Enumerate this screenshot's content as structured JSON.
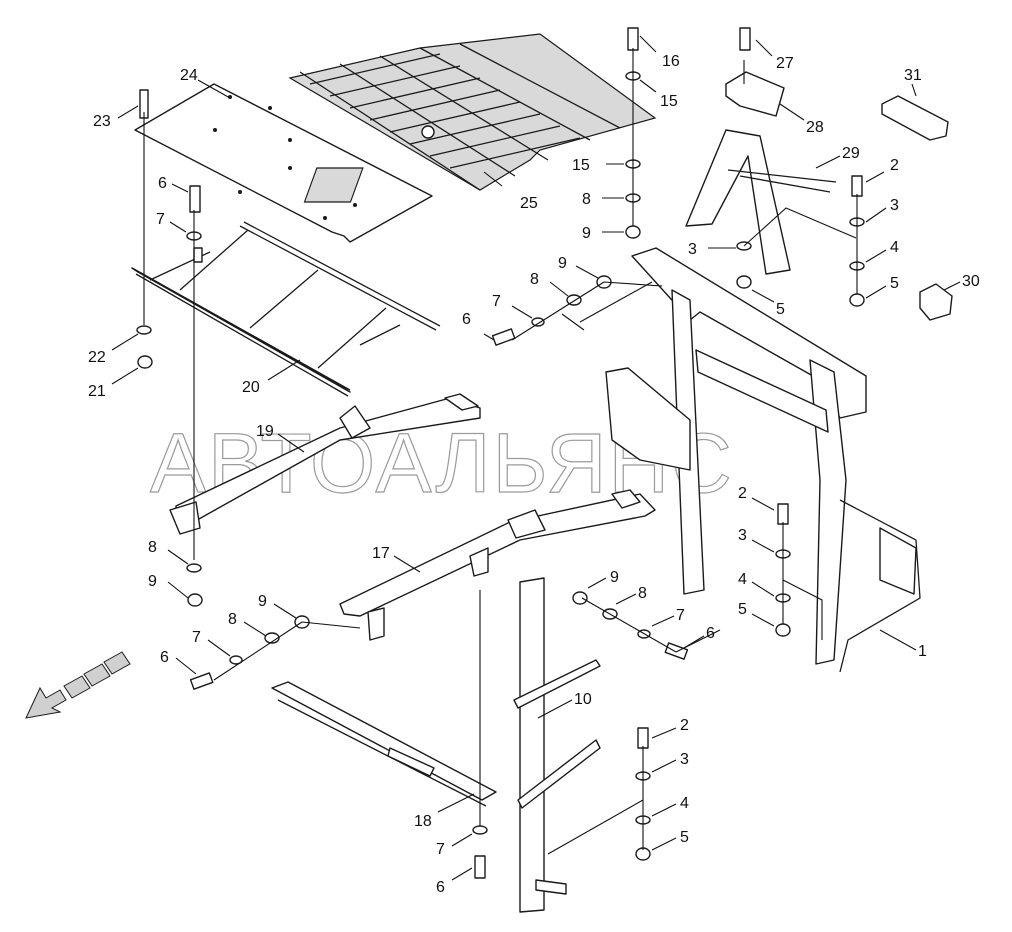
{
  "watermark": "АВТОАЛЬЯНС",
  "callouts": {
    "c1": "1",
    "c2a": "2",
    "c2b": "2",
    "c2c": "2",
    "c3a": "3",
    "c3b": "3",
    "c3c": "3",
    "c3d": "3",
    "c4a": "4",
    "c4b": "4",
    "c4c": "4",
    "c5a": "5",
    "c5b": "5",
    "c5c": "5",
    "c5d": "5",
    "c6a": "6",
    "c6b": "6",
    "c6c": "6",
    "c6d": "6",
    "c6e": "6",
    "c7a": "7",
    "c7b": "7",
    "c7c": "7",
    "c7d": "7",
    "c7e": "7",
    "c8a": "8",
    "c8b": "8",
    "c8c": "8",
    "c8d": "8",
    "c8e": "8",
    "c9a": "9",
    "c9b": "9",
    "c9c": "9",
    "c9d": "9",
    "c9e": "9",
    "c10": "10",
    "c15a": "15",
    "c15b": "15",
    "c16": "16",
    "c17": "17",
    "c18": "18",
    "c19": "19",
    "c20": "20",
    "c21": "21",
    "c22": "22",
    "c23": "23",
    "c24": "24",
    "c25": "25",
    "c27": "27",
    "c28": "28",
    "c29": "29",
    "c30": "30",
    "c31": "31"
  }
}
